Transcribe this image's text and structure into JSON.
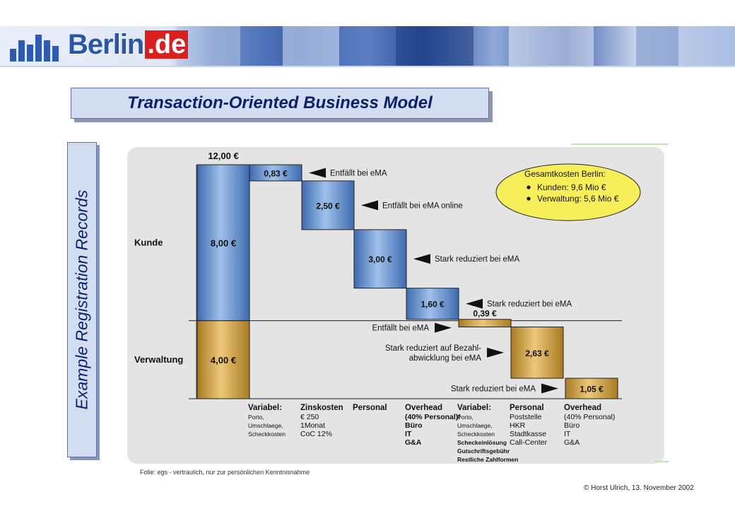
{
  "header": {
    "logo_part1": "Berlin",
    "logo_part2": ".de"
  },
  "title": "Transaction-Oriented Business Model",
  "side_label": "Example Registration Records",
  "footnote": "Folie: egs - vertraulich, nur zur persönlichen Kenntnisnahme",
  "copyright": "© Horst Ulrich, 13. November 2002",
  "colors": {
    "blue_bar": "#5f8cc6",
    "gold_bar": "#c99a3c",
    "ellipse": "#f7ef5a",
    "title_text": "#0c1f6a"
  },
  "chart_data": {
    "type": "waterfall",
    "total_label": "12,00 €",
    "row_labels": [
      "Kunde",
      "Verwaltung"
    ],
    "total_bar": [
      {
        "segment": "Kunde",
        "value": 8.0,
        "label": "8,00 €"
      },
      {
        "segment": "Verwaltung",
        "value": 4.0,
        "label": "4,00 €"
      }
    ],
    "steps": [
      {
        "group": "Kunde",
        "value": 0.83,
        "label": "0,83 €",
        "note": "Entfällt bei eMA"
      },
      {
        "group": "Kunde",
        "value": 2.5,
        "label": "2,50 €",
        "note": "Entfällt bei eMA online"
      },
      {
        "group": "Kunde",
        "value": 3.0,
        "label": "3,00 €",
        "note": "Stark reduziert bei eMA"
      },
      {
        "group": "Kunde",
        "value": 1.6,
        "label": "1,60 €",
        "note": "Stark reduziert bei eMA"
      },
      {
        "group": "Verwaltung",
        "value": 0.39,
        "label": "0,39 €",
        "note": "Entfällt bei eMA"
      },
      {
        "group": "Verwaltung",
        "value": 2.63,
        "label": "2,63 €",
        "note": "Stark reduziert auf Bezahl-\nabwicklung bei eMA"
      },
      {
        "group": "Verwaltung",
        "value": 1.05,
        "label": "1,05 €",
        "note": "Stark reduziert bei eMA"
      }
    ],
    "categories": [
      {
        "header": "Variabel:",
        "lines": [
          "Porto,",
          "Umschlaege,",
          "Scheckkosten"
        ]
      },
      {
        "header": "Zinskosten",
        "lines": [
          "€ 250",
          "1Monat",
          "CoC 12%"
        ]
      },
      {
        "header": "Personal",
        "lines": []
      },
      {
        "header": "Overhead",
        "lines": [
          "(40% Personal)!",
          "Büro",
          "IT",
          "G&A"
        ]
      },
      {
        "header": "Variabel:",
        "lines": [
          "Porto,",
          "Umschlaege,",
          "Scheckkosten",
          "Scheckeinlösung",
          "Gutschriftsgebühr",
          "Restliche Zahlformen"
        ]
      },
      {
        "header": "Personal",
        "lines": [
          "Poststelle",
          "HKR",
          "Stadtkasse",
          "Call-Center"
        ]
      },
      {
        "header": "Overhead",
        "lines": [
          "(40% Personal)",
          "Büro",
          "IT",
          "G&A"
        ]
      }
    ],
    "summary": {
      "title": "Gesamtkosten Berlin:",
      "items": [
        "Kunden: 9,6 Mio €",
        "Verwaltung: 5,6 Mio €"
      ]
    }
  }
}
